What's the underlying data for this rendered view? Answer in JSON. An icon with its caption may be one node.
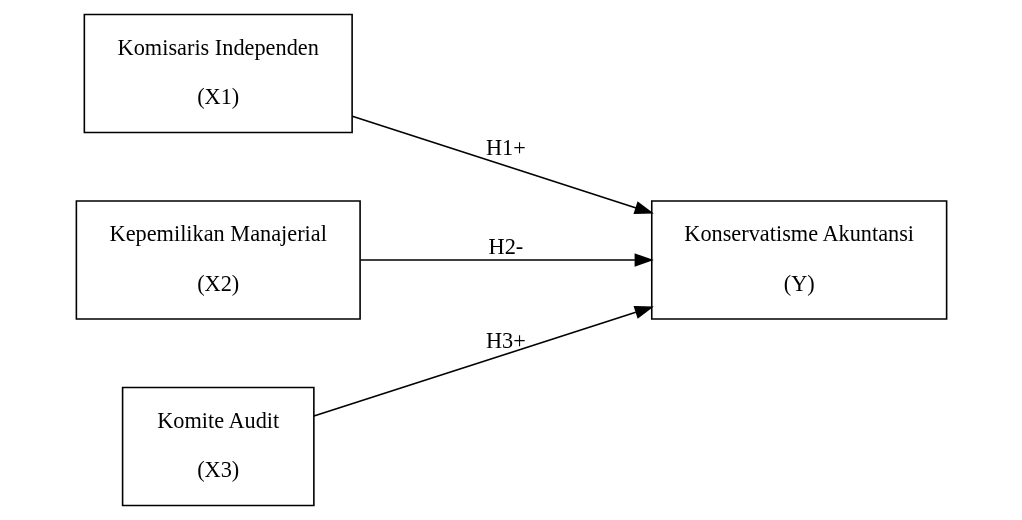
{
  "diagram": {
    "nodes": [
      {
        "text": [
          "Komisaris Independen",
          "(X1)"
        ]
      },
      {
        "text": [
          "Kepemilikan Manajerial",
          "(X2)"
        ]
      },
      {
        "text": [
          "Komite Audit",
          "(X3)"
        ]
      },
      {
        "text": [
          "Konservatisme Akuntansi",
          "(Y)"
        ]
      }
    ],
    "edges": [
      {
        "from": 0,
        "to": 3,
        "arrow": "to",
        "label": "H1+"
      },
      {
        "from": 1,
        "to": 3,
        "arrow": "to",
        "label": "H2-"
      },
      {
        "from": 2,
        "to": 3,
        "arrow": "to",
        "label": "H3+"
      }
    ]
  }
}
